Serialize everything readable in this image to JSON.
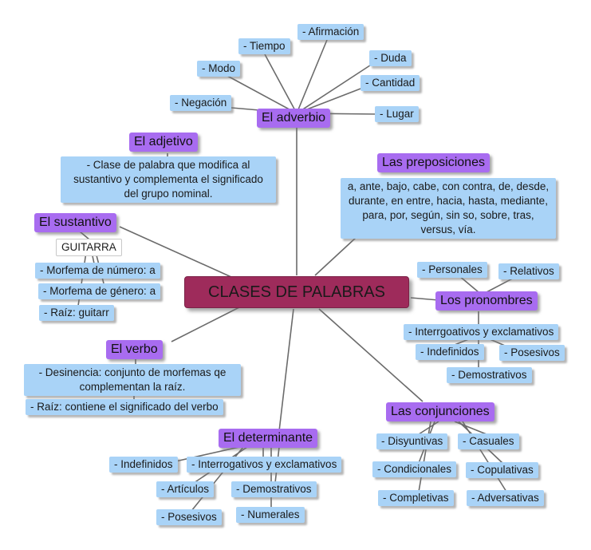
{
  "center": "CLASES DE PALABRAS",
  "adverbio": {
    "title": "El adverbio",
    "items": [
      "- Afirmación",
      "- Tiempo",
      "- Modo",
      "- Duda",
      "- Cantidad",
      "- Negación",
      "- Lugar"
    ]
  },
  "adjetivo": {
    "title": "El adjetivo",
    "definition": "- Clase de palabra que modifica al sustantivo y complementa el significado del grupo nominal."
  },
  "preposiciones": {
    "title": "Las preposiciones",
    "list": "a, ante, bajo, cabe, con contra, de, desde, durante, en entre, hacia, hasta, mediante, para, por, según, sin so, sobre, tras, versus, vía."
  },
  "sustantivo": {
    "title": "El sustantivo",
    "example": "GUITARRA",
    "items": [
      "- Morfema de número: a",
      "- Morfema de género: a",
      "- Raíz: guitarr"
    ]
  },
  "pronombres": {
    "title": "Los pronombres",
    "items": [
      "- Personales",
      "- Relativos",
      "- Interrgoativos y exclamativos",
      "- Indefinidos",
      "- Posesivos",
      "- Demostrativos"
    ]
  },
  "verbo": {
    "title": "El verbo",
    "items": [
      "- Desinencia: conjunto de morfemas qe complementan la raíz.",
      "- Raíz: contiene el significado del verbo"
    ]
  },
  "conjunciones": {
    "title": "Las conjunciones",
    "items": [
      "- Disyuntivas",
      "- Casuales",
      "- Condicionales",
      "- Copulativas",
      "- Completivas",
      "- Adversativas"
    ]
  },
  "determinante": {
    "title": "El determinante",
    "items": [
      "- Indefinidos",
      "- Interrogativos y exclamativos",
      "- Artículos",
      "- Demostrativos",
      "- Posesivos",
      "- Numerales"
    ]
  }
}
